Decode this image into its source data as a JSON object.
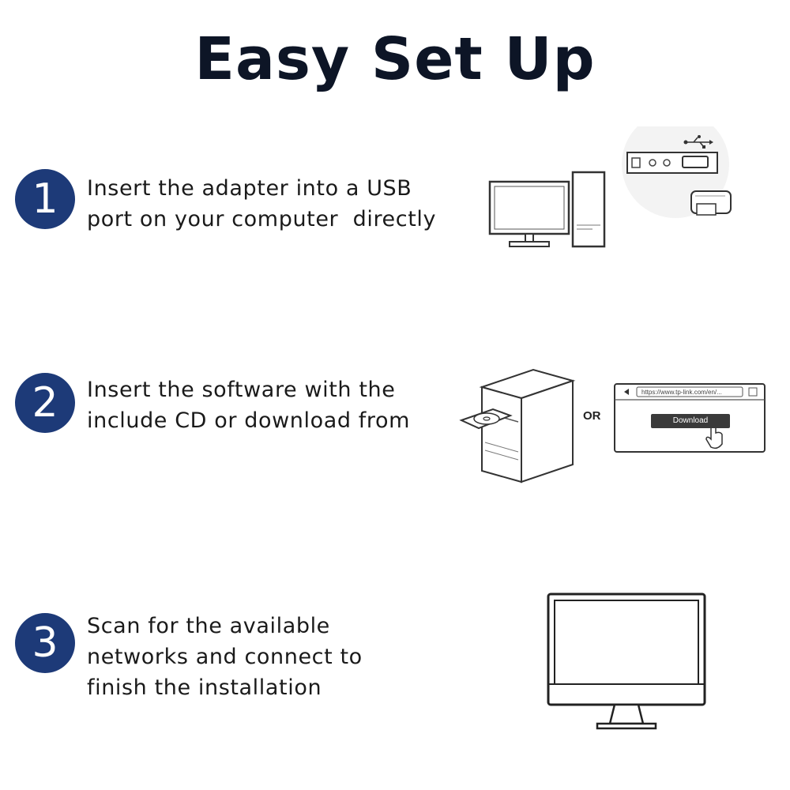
{
  "title": "Easy Set Up",
  "steps": [
    {
      "number": "1",
      "lines": [
        "Insert the adapter into a USB",
        "port on your computer  directly"
      ],
      "icons": [
        "desktop-computer-icon",
        "usb-port-icon",
        "usb-adapter-icon"
      ]
    },
    {
      "number": "2",
      "lines": [
        "Insert the software with the",
        "include CD or download from"
      ],
      "icons": [
        "computer-tower-cd-icon",
        "browser-download-icon"
      ],
      "or_label": "OR",
      "browser_url": "https://www.tp-link.com/en/...",
      "download_label": "Download"
    },
    {
      "number": "3",
      "lines": [
        "Scan for the available",
        "networks and connect to",
        "finish the installation"
      ],
      "icons": [
        "monitor-icon"
      ]
    }
  ],
  "colors": {
    "badge": "#1d3a78",
    "title": "#0d1526"
  }
}
